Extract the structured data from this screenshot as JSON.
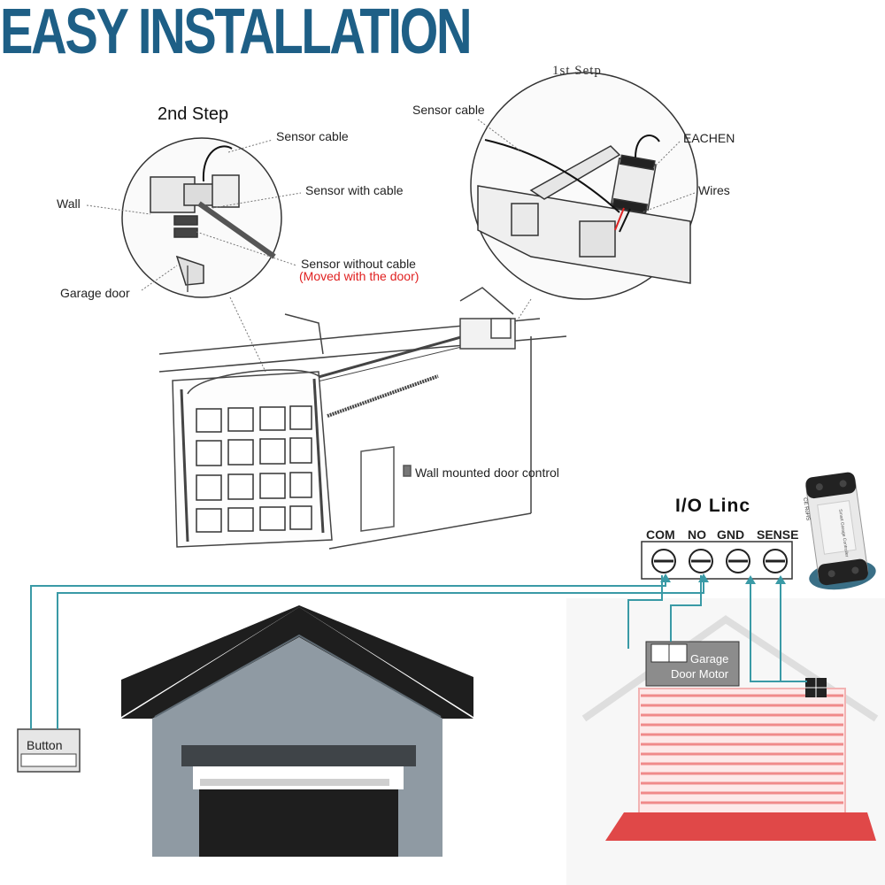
{
  "title": "EASY INSTALLATION",
  "step1": {
    "heading": "1st  Setp",
    "sensor_cable": "Sensor cable",
    "device": "EACHEN",
    "wires": "Wires"
  },
  "step2": {
    "heading": "2nd Step",
    "sensor_cable": "Sensor cable",
    "sensor_with_cable": "Sensor with cable",
    "wall": "Wall",
    "sensor_without_cable": "Sensor without cable",
    "moved_note": "(Moved with the door)",
    "garage_door": "Garage door"
  },
  "garage": {
    "wall_control": "Wall mounted door control"
  },
  "io_linc": {
    "title": "I/O Linc",
    "terminals": [
      "COM",
      "NO",
      "GND",
      "SENSE"
    ],
    "device_label_1": "CE RoHS",
    "device_label_2": "Smart Garage Controller"
  },
  "wiring": {
    "button": "Button",
    "motor_line1": "Garage",
    "motor_line2": "Door Motor"
  },
  "colors": {
    "title": "#1e5f86",
    "wire": "#3a9aa6",
    "note_red": "#e02020",
    "house_roof": "#1e1e1e",
    "house_body": "#8f9aa3",
    "garage_slats": "#f08a8a",
    "floor": "#e04848"
  }
}
